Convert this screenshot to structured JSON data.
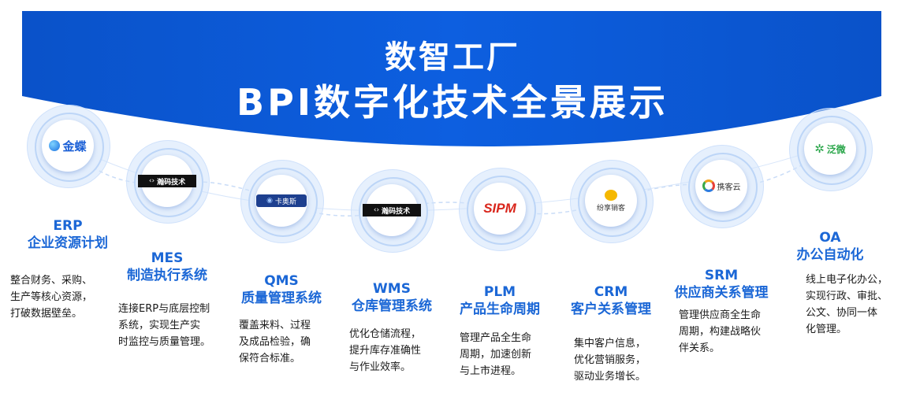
{
  "title": {
    "line1": "数智工厂",
    "line2": "BPI数字化技术全景展示"
  },
  "colors": {
    "banner": "#0b57d0",
    "accent": "#1b67d6",
    "text": "#1a1a1a"
  },
  "systems": [
    {
      "abbr": "ERP",
      "name": "企业资源计划",
      "logo_text": "金蝶",
      "logo_icon": "kingdee-logo-icon",
      "desc": [
        "整合财务、采购、",
        "生产等核心资源，",
        "打破数据壁垒。"
      ]
    },
    {
      "abbr": "MES",
      "name": "制造执行系统",
      "logo_text": "瀚码技术",
      "logo_icon": "hanma-logo-icon",
      "desc": [
        "连接ERP与底层控制",
        "系统，实现生产实",
        "时监控与质量管理。"
      ]
    },
    {
      "abbr": "QMS",
      "name": "质量管理系统",
      "logo_text": "卡奥斯",
      "logo_icon": "cosmoplat-logo-icon",
      "desc": [
        "覆盖来料、过程",
        "及成品检验，确",
        "保符合标准。"
      ]
    },
    {
      "abbr": "WMS",
      "name": "仓库管理系统",
      "logo_text": "瀚码技术",
      "logo_icon": "hanma-logo-icon",
      "desc": [
        "优化仓储流程，",
        "提升库存准确性",
        "与作业效率。"
      ]
    },
    {
      "abbr": "PLM",
      "name": "产品生命周期",
      "logo_text": "SIPM",
      "logo_icon": "sipm-logo-icon",
      "desc": [
        "管理产品全生命",
        "周期，加速创新",
        "与上市进程。"
      ]
    },
    {
      "abbr": "CRM",
      "name": "客户关系管理",
      "logo_text": "纷享销客",
      "logo_icon": "fxiaoke-logo-icon",
      "desc": [
        "集中客户信息，",
        "优化营销服务，",
        "驱动业务增长。"
      ]
    },
    {
      "abbr": "SRM",
      "name": "供应商关系管理",
      "logo_text": "携客云",
      "logo_icon": "xiekeyun-logo-icon",
      "desc": [
        "管理供应商全生命",
        "周期，构建战略伙",
        "伴关系。"
      ]
    },
    {
      "abbr": "OA",
      "name": "办公自动化",
      "logo_text": "泛微",
      "logo_icon": "weaver-logo-icon",
      "desc": [
        "线上电子化办公，",
        "实现行政、审批、",
        "公文、协同一体",
        "化管理。"
      ]
    }
  ]
}
